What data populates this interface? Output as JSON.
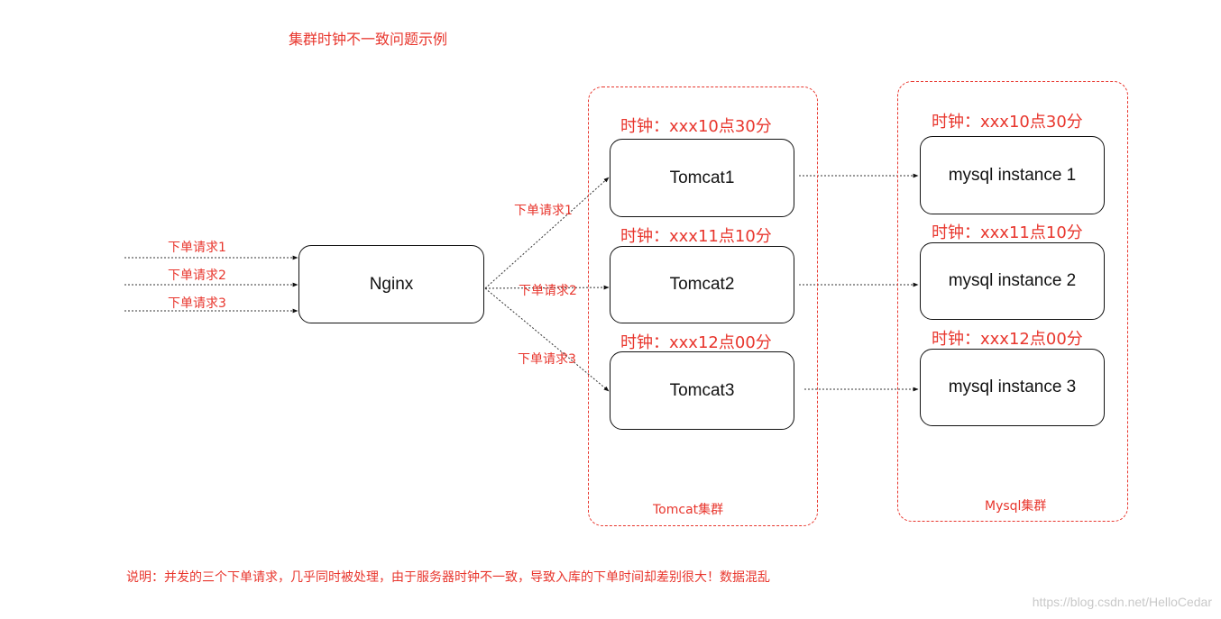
{
  "title": "集群时钟不一致问题示例",
  "colors": {
    "accent": "#e8362d",
    "node_border": "#111111",
    "watermark": "#c9c9c9"
  },
  "inbound_requests": [
    "下单请求1",
    "下单请求2",
    "下单请求3"
  ],
  "nginx": {
    "label": "Nginx"
  },
  "routed_requests": [
    "下单请求1",
    "下单请求2",
    "下单请求3"
  ],
  "tomcat_cluster": {
    "label": "Tomcat集群",
    "nodes": [
      {
        "label": "Tomcat1",
        "clock": "时钟：xxx10点30分"
      },
      {
        "label": "Tomcat2",
        "clock": "时钟：xxx11点10分"
      },
      {
        "label": "Tomcat3",
        "clock": "时钟：xxx12点00分"
      }
    ]
  },
  "mysql_cluster": {
    "label": "Mysql集群",
    "nodes": [
      {
        "label": "mysql instance 1",
        "clock": "时钟：xxx10点30分"
      },
      {
        "label": "mysql instance 2",
        "clock": "时钟：xxx11点10分"
      },
      {
        "label": "mysql instance 3",
        "clock": "时钟：xxx12点00分"
      }
    ]
  },
  "note": "说明：并发的三个下单请求，几乎同时被处理，由于服务器时钟不一致，导致入库的下单时间却差别很大！数据混乱",
  "watermark": "https://blog.csdn.net/HelloCedar"
}
